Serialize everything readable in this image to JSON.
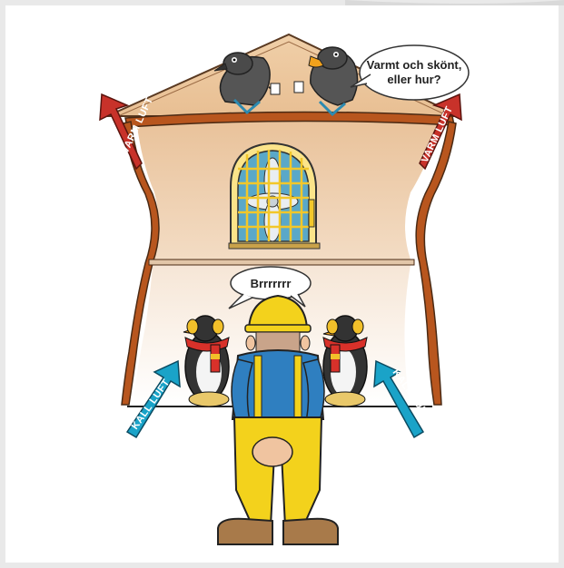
{
  "speech": {
    "crows_line1": "Varmt och skönt,",
    "crows_line2": "eller hur?",
    "worker": "Brrrrrrr"
  },
  "arrows": {
    "warm_left": "VARM LUFT",
    "warm_right": "VARM LUFT",
    "cold_left": "KALL LUFT",
    "cold_right": "KALL LUFT"
  },
  "colors": {
    "warm_air": "#c8322a",
    "cold_air": "#1aa3c8",
    "wall_frame": "#b8561e",
    "heater_grille": "#f2c72a",
    "helmet": "#f3d21c",
    "worker_shirt": "#2f7fc0",
    "scarf_red": "#d8312a",
    "scarf_yellow": "#f2c02a"
  },
  "icons": [
    "crow-icon",
    "penguin-icon",
    "worker-icon",
    "heater-icon",
    "mug-icon"
  ]
}
